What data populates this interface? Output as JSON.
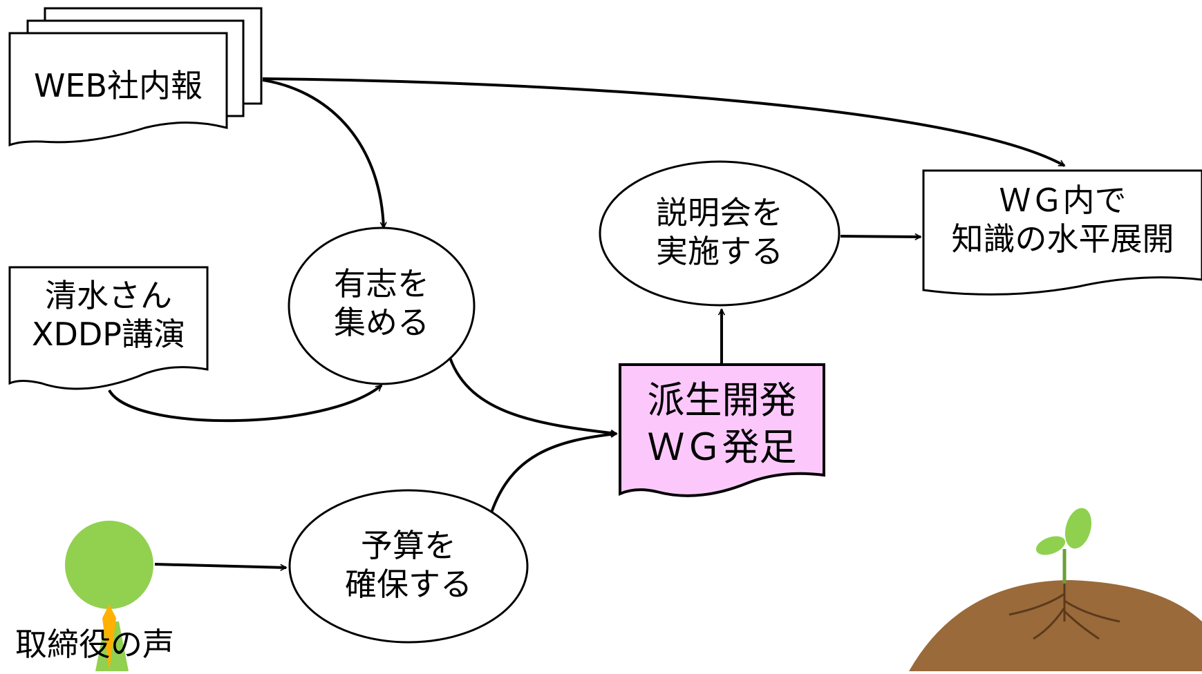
{
  "nodes": {
    "web_newsletter": "WEB社内報",
    "shimizu_talk": "清水さん\nXDDP講演",
    "gather_volunteers": "有志を\n集める",
    "secure_budget": "予算を\n確保する",
    "hold_briefing": "説明会を\n実施する",
    "wg_launch": "派生開発\nＷＧ発足",
    "horizontal_deploy": "ＷＧ内で\n知識の水平展開",
    "executive_voice": "取締役の声"
  },
  "colors": {
    "wg_launch_fill": "#fcc8fc",
    "soil": "#9a6a3a",
    "sprout": "#8fd14f",
    "person": "#92d050",
    "tie": "#ffb000"
  }
}
